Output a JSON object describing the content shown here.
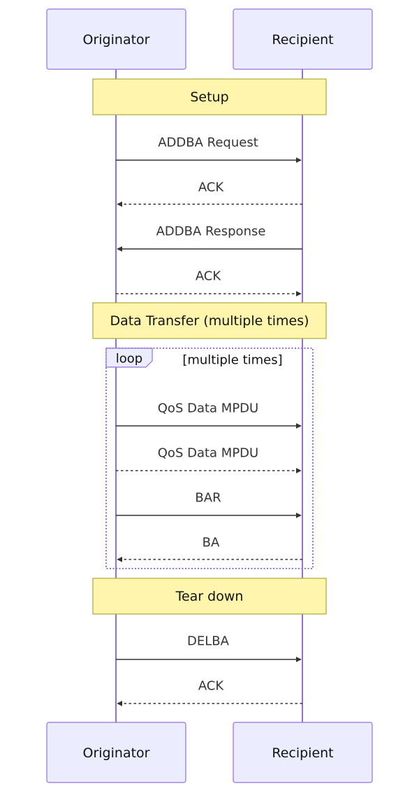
{
  "participants": [
    {
      "id": "originator",
      "label": "Originator"
    },
    {
      "id": "recipient",
      "label": "Recipient"
    }
  ],
  "notes": [
    {
      "label": "Setup"
    },
    {
      "label": "Data Transfer (multiple times)"
    },
    {
      "label": "Tear down"
    }
  ],
  "loop": {
    "tag": "loop",
    "condition": "[multiple times]"
  },
  "messages": [
    {
      "label": "ADDBA Request",
      "from": "originator",
      "to": "recipient",
      "style": "solid"
    },
    {
      "label": "ACK",
      "from": "recipient",
      "to": "originator",
      "style": "dotted"
    },
    {
      "label": "ADDBA Response",
      "from": "recipient",
      "to": "originator",
      "style": "solid"
    },
    {
      "label": "ACK",
      "from": "originator",
      "to": "recipient",
      "style": "dotted"
    },
    {
      "label": "QoS Data MPDU",
      "from": "originator",
      "to": "recipient",
      "style": "solid"
    },
    {
      "label": "QoS Data MPDU",
      "from": "originator",
      "to": "recipient",
      "style": "dotted"
    },
    {
      "label": "BAR",
      "from": "originator",
      "to": "recipient",
      "style": "solid"
    },
    {
      "label": "BA",
      "from": "recipient",
      "to": "originator",
      "style": "dotted"
    },
    {
      "label": "DELBA",
      "from": "originator",
      "to": "recipient",
      "style": "solid"
    },
    {
      "label": "ACK",
      "from": "recipient",
      "to": "originator",
      "style": "dotted"
    }
  ],
  "colors": {
    "actor_fill": "#ECECFF",
    "actor_border": "#9370DB",
    "note_fill": "#FFF5AD",
    "note_border": "#AAAA33",
    "message": "#333333"
  }
}
